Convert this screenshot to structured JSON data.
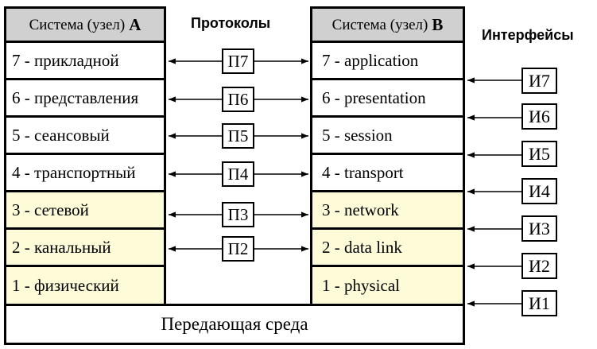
{
  "protocols_title": "Протоколы",
  "interfaces_title": "Интерфейсы",
  "system_a": {
    "label": "Система (узел)",
    "letter": "A"
  },
  "system_b": {
    "label": "Система (узел)",
    "letter": "B"
  },
  "layers_a": [
    "7 - прикладной",
    "6 - представления",
    "5 - сеансовый",
    "4 - транспортный",
    "3 - сетевой",
    "2 - канальный",
    "1 - физический"
  ],
  "layers_b": [
    "7 - application",
    "6 - presentation",
    "5 - session",
    "4 - transport",
    "3 - network",
    "2 - data link",
    "1 - physical"
  ],
  "protocols": [
    "П7",
    "П6",
    "П5",
    "П4",
    "П3",
    "П2"
  ],
  "interfaces": [
    "И7",
    "И6",
    "И5",
    "И4",
    "И3",
    "И2",
    "И1"
  ],
  "medium": "Передающая среда",
  "colors": {
    "header": "#d0d0d0",
    "lower_layers": "#fdfbd8",
    "upper_layers": "#ffffff"
  }
}
